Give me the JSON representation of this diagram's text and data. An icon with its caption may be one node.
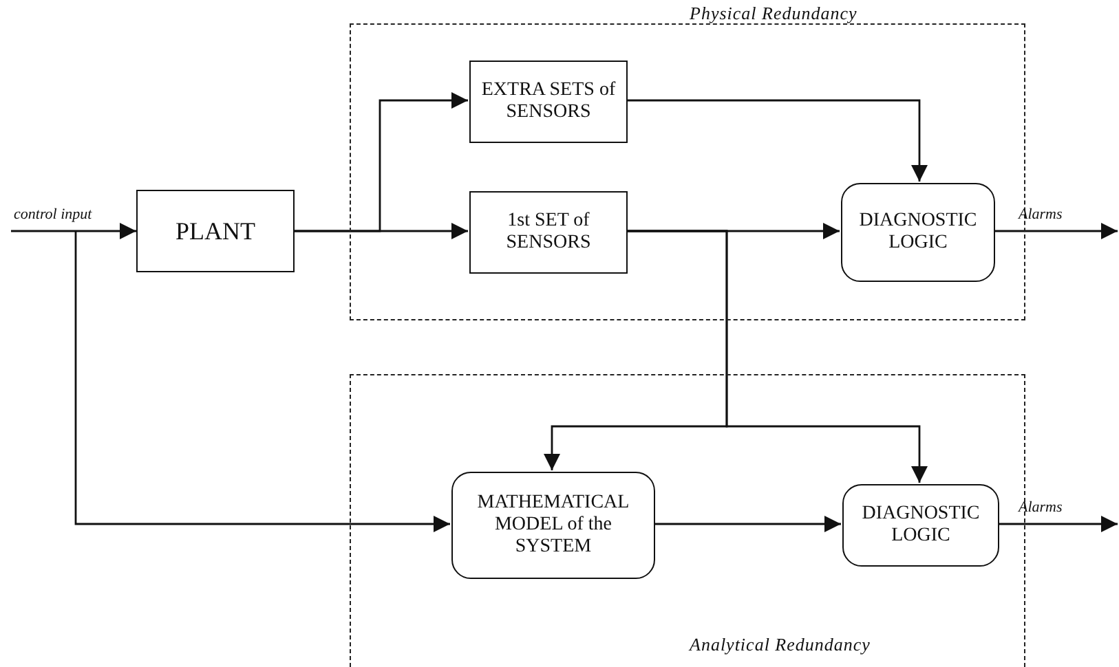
{
  "diagram": {
    "nodes": [
      {
        "text": [
          "Physical Redundancy"
        ]
      },
      {
        "text": [
          "Analytical Redundancy"
        ]
      },
      {
        "text": [
          "PLANT"
        ]
      },
      {
        "text": [
          "EXTRA SETS of SENSORS"
        ],
        "in": 0
      },
      {
        "text": [
          "1st SET of SENSORS"
        ],
        "in": 0
      },
      {
        "text": [
          "DIAGNOSTIC LOGIC"
        ],
        "in": 0
      },
      {
        "text": [
          "MATHEMATICAL MODEL of the SYSTEM"
        ],
        "in": 1
      },
      {
        "text": [
          "DIAGNOSTIC LOGIC"
        ],
        "in": 1
      }
    ],
    "edges": [
      {
        "from": null,
        "to": 2,
        "arrow": "to",
        "label": "control input"
      },
      {
        "from": 2,
        "to": 3,
        "arrow": "to"
      },
      {
        "from": 2,
        "to": 4,
        "arrow": "to"
      },
      {
        "from": 3,
        "to": 5,
        "arrow": "to"
      },
      {
        "from": 4,
        "to": 5,
        "arrow": "to"
      },
      {
        "from": 4,
        "to": 6,
        "arrow": "to"
      },
      {
        "from": 4,
        "to": 7,
        "arrow": "to"
      },
      {
        "from": null,
        "to": 6,
        "arrow": "to"
      },
      {
        "from": 6,
        "to": 7,
        "arrow": "to"
      },
      {
        "from": 5,
        "to": null,
        "arrow": "to",
        "label": "Alarms"
      },
      {
        "from": 7,
        "to": null,
        "arrow": "to",
        "label": "Alarms"
      }
    ]
  }
}
